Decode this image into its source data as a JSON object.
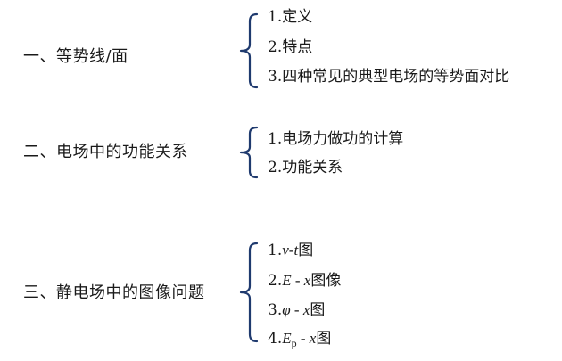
{
  "sections": [
    {
      "heading": "一、等势线/面",
      "items": [
        {
          "num": "1.",
          "text": "定义"
        },
        {
          "num": "2.",
          "text": "特点"
        },
        {
          "num": "3.",
          "text": "四种常见的典型电场的等势面对比"
        }
      ]
    },
    {
      "heading": "二、电场中的功能关系",
      "items": [
        {
          "num": "1.",
          "text": "电场力做功的计算"
        },
        {
          "num": "2.",
          "text": "功能关系"
        }
      ]
    },
    {
      "heading": "三、静电场中的图像问题",
      "items": [
        {
          "num": "1.",
          "var1": "v",
          "sep": "-",
          "var2": "t",
          "text": "图"
        },
        {
          "num": "2.",
          "var1": "E",
          "sep": " - ",
          "var2": "x",
          "text": "图像"
        },
        {
          "num": "3.",
          "var1": "φ",
          "sep": " - ",
          "var2": "x",
          "text": "图"
        },
        {
          "num": "4.",
          "var1": "E",
          "sub": "p",
          "sep": " - ",
          "var2": "x",
          "text": "图"
        }
      ]
    }
  ],
  "colors": {
    "bracket": "#1f3a6e",
    "text": "#1a1a1a",
    "background": "#ffffff"
  },
  "icons": {
    "bracket": "curly-brace-icon"
  }
}
